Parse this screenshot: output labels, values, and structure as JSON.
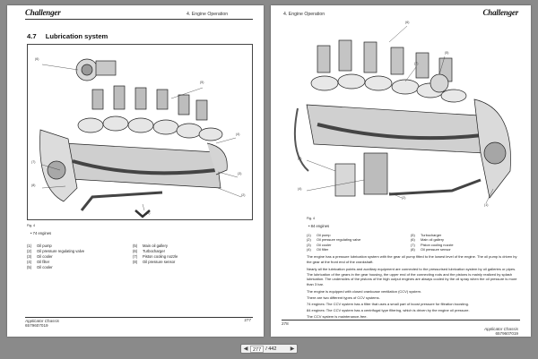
{
  "left_page": {
    "header_section": "4. Engine Operation",
    "brand": "Challenger",
    "section_number": "4.7",
    "section_title": "Lubrication system",
    "callouts": [
      "(6)",
      "(5)",
      "(4)",
      "(3)",
      "(2)",
      "(1)",
      "(7)",
      "(8)"
    ],
    "fig_label": "Fig. 4",
    "engine_note": "74 engines",
    "legend": [
      {
        "n": "(1)",
        "t": "Oil pump"
      },
      {
        "n": "(2)",
        "t": "Oil pressure regulating valve"
      },
      {
        "n": "(3)",
        "t": "Oil cooler"
      },
      {
        "n": "(4)",
        "t": "Oil filter"
      },
      {
        "n": "(5)",
        "t": "Oil cooler"
      },
      {
        "n": "(5)",
        "t": "Main oil gallery"
      },
      {
        "n": "(6)",
        "t": "Turbocharger"
      },
      {
        "n": "(7)",
        "t": "Piston cooling nozzle"
      },
      {
        "n": "(8)",
        "t": "Oil pressure sensor"
      }
    ],
    "footer_title": "Applicator Chassis",
    "footer_code": "6579607019",
    "page_number": "277"
  },
  "right_page": {
    "header_section": "4. Engine Operation",
    "brand": "Challenger",
    "callouts": [
      "(6)",
      "(5)",
      "(7)",
      "(3)",
      "(4)",
      "(2)",
      "(1)"
    ],
    "fig_label": "Fig. 4",
    "engine_note": "84 engines",
    "legend": [
      {
        "n": "(1)",
        "t": "Oil pump"
      },
      {
        "n": "(2)",
        "t": "Oil pressure regulating valve"
      },
      {
        "n": "(3)",
        "t": "Oil cooler"
      },
      {
        "n": "(4)",
        "t": "Oil filter"
      },
      {
        "n": "(5)",
        "t": "Turbocharger"
      },
      {
        "n": "(6)",
        "t": "Main oil gallery"
      },
      {
        "n": "(7)",
        "t": "Piston cooling nozzle"
      },
      {
        "n": "(8)",
        "t": "Oil pressure sensor"
      }
    ],
    "paragraphs": [
      "The engine has a pressure lubrication system with the gear oil pump fitted to the lowest level of the engine. The oil pump is driven by the gear at the front end of the crankshaft.",
      "Nearly all the lubrication points and auxiliary equipment are connected to the pressurised lubrication system by oil galleries or pipes. The lubrication of the gears in the gear housing, the upper end of the connecting rods and the pistons is mainly realized by splash lubrication. The undersides of the pistons of the high output engines are always cooled by the oil spray when the oil pressure is more than 3 bar.",
      "The engine is equipped with closed crankcase ventilation (CCV) system.",
      "There are two different types of CCV systems.",
      "74 engines: The CCV system has a filter that uses a small part of boost pressure for filtration boosting.",
      "84 engines: The CCV system has a centrifugal type filtering, which is driven by the engine oil pressure.",
      "The CCV system is maintenance-free."
    ],
    "footer_title": "Applicator Chassis",
    "footer_code": "6579607019",
    "page_number": "278"
  },
  "toolbar": {
    "prev_icon": "chevron-left-icon",
    "next_icon": "chevron-right-icon",
    "current_page": "277",
    "total_pages": "/ 442"
  }
}
